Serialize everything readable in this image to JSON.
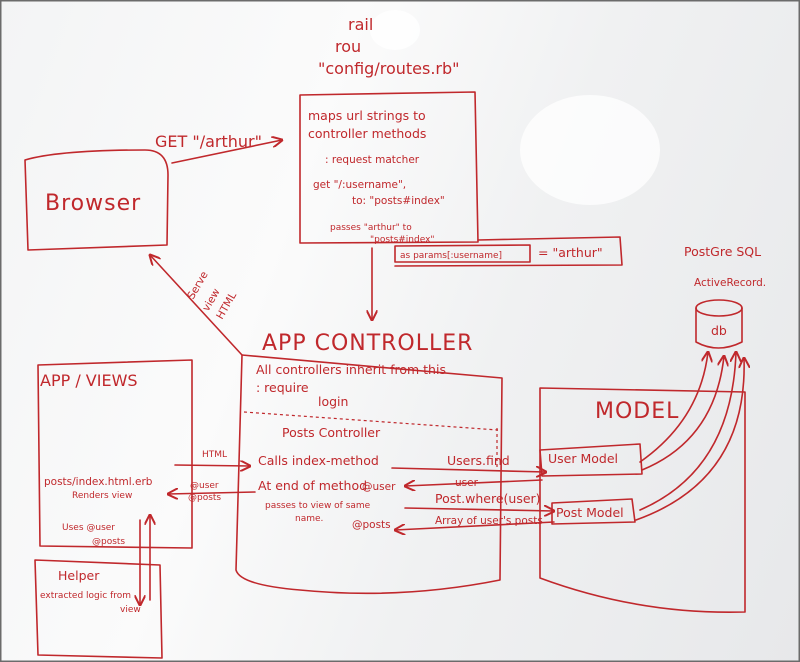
{
  "routes": {
    "title_line1": "rail",
    "title_line2": "rou",
    "title_line3": "\"config/routes.rb\"",
    "desc_line1": "maps url strings to",
    "desc_line2": "controller methods",
    "request_matcher": ": request matcher",
    "get_line": "get \"/:username\",",
    "to_line": "to: \"posts#index\"",
    "passes_line1": "passes \"arthur\" to",
    "passes_line2": "\"posts#index\"",
    "params_prefix": "as params[:username]",
    "params_value": "= \"arthur\""
  },
  "browser": {
    "label": "Browser",
    "request_label": "GET \"/arthur\"",
    "serve_line1": "Serve",
    "serve_line2": "view",
    "serve_line3": "HTML"
  },
  "controller": {
    "title": "APP CONTROLLER",
    "inherit_line1": "All controllers inherit from this",
    "inherit_line2": ": require",
    "inherit_line3": "login",
    "posts_title": "Posts Controller",
    "calls": "Calls index-method",
    "end_line1": "At end of method",
    "end_line2": "passes to view of same",
    "end_line3": "name.",
    "user_var": "@user",
    "posts_var": "@posts"
  },
  "views": {
    "title": "APP / VIEWS",
    "file": "posts/index.html.erb",
    "renders": "Renders view",
    "html_label": "HTML",
    "vars_line1": "@user",
    "vars_line2": "@posts",
    "uses_line1": "Uses @user",
    "uses_line2": "@posts"
  },
  "helper": {
    "title": "Helper",
    "line1": "extracted logic from",
    "line2": "view"
  },
  "model": {
    "title": "MODEL",
    "user_model": "User Model",
    "post_model": "Post Model",
    "users_find": "Users.find",
    "user_return": "user",
    "post_where": "Post.where(user)",
    "array": "Array of user's posts"
  },
  "db": {
    "label1": "PostGre SQL",
    "label2": "ActiveRecord.",
    "cylinder": "db"
  },
  "colors": {
    "ink": "#c0282c",
    "board": "#f4f5f6"
  },
  "icons": {
    "db": "db-cylinder-icon"
  }
}
